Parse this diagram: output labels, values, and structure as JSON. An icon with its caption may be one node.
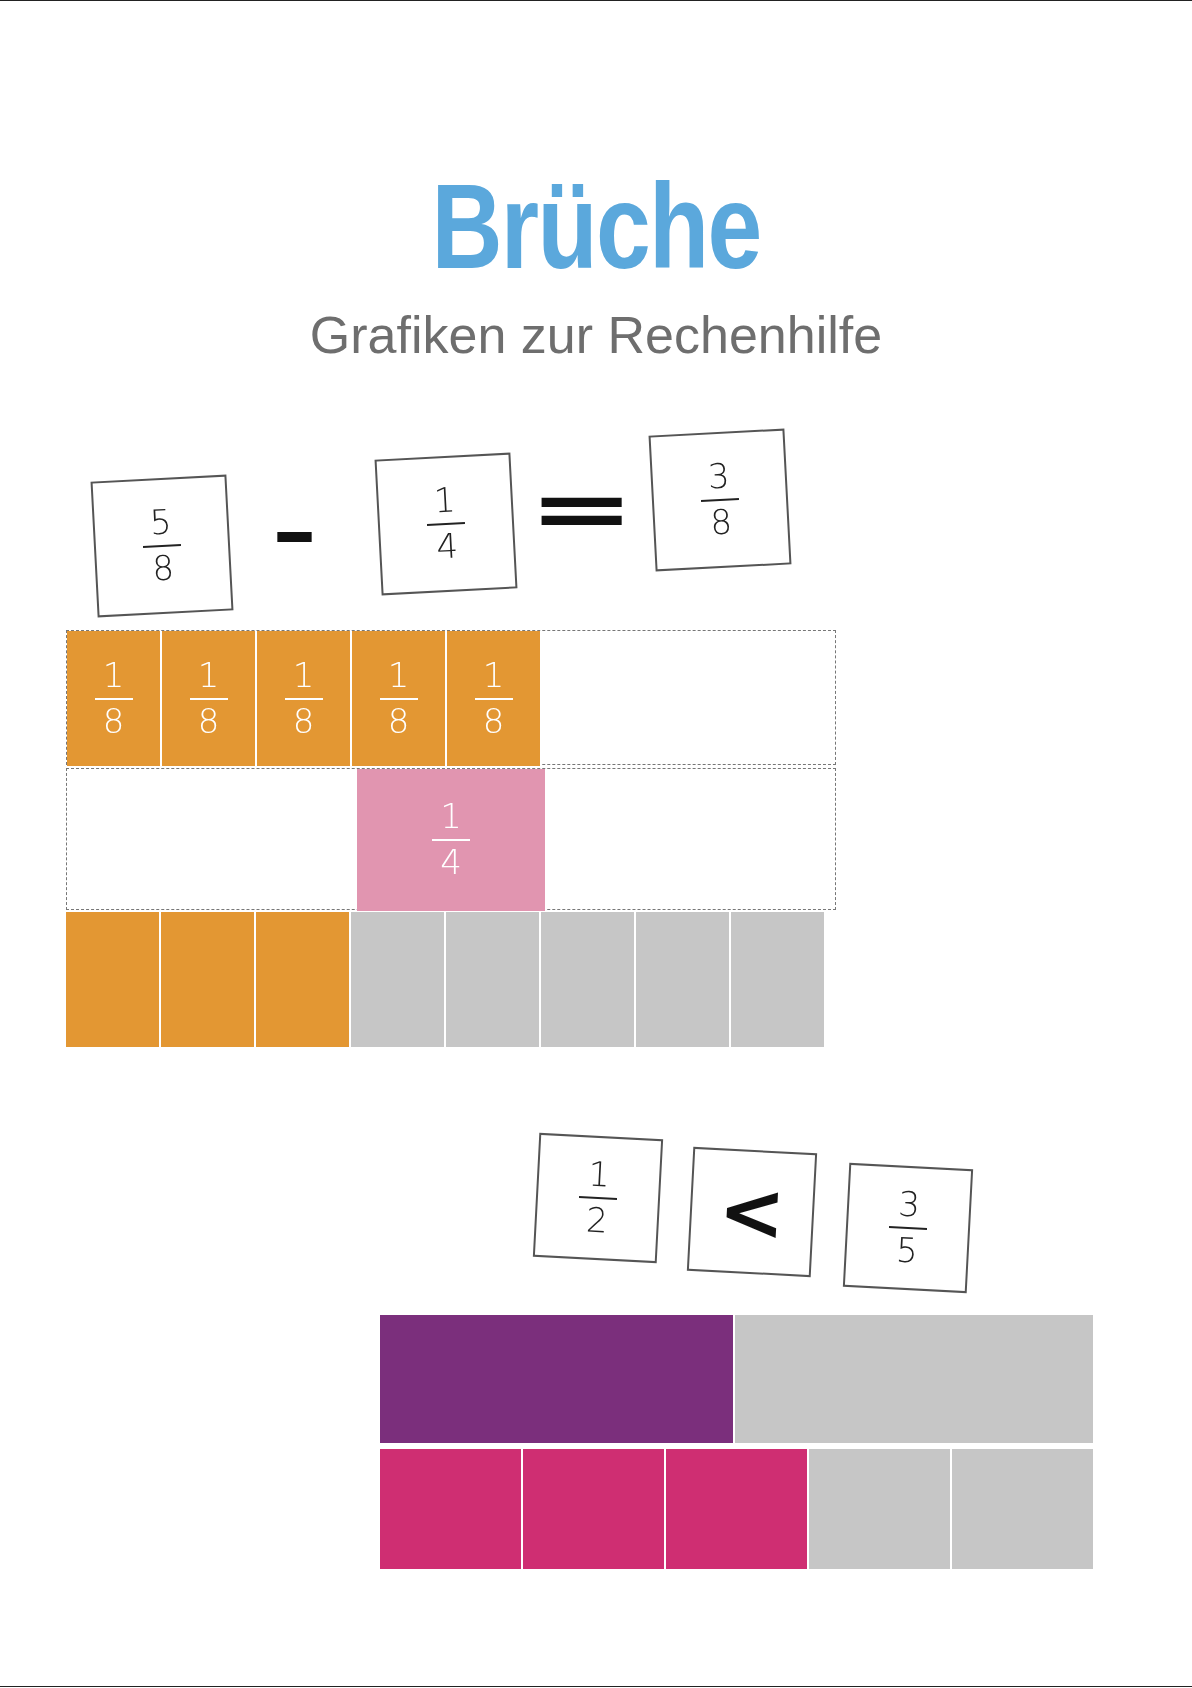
{
  "diagram": {
    "title": "Brüche",
    "caption": "Grafiken zur Rechenhilfe",
    "nodes": [
      {
        "text": [
          "5",
          "8"
        ]
      },
      {
        "text": [
          "1",
          "4"
        ]
      },
      {
        "text": [
          "3",
          "8"
        ]
      },
      {
        "text": [],
        "shape": "box"
      },
      {
        "text": [
          "1",
          "8"
        ],
        "in": 3
      },
      {
        "text": [
          "1",
          "8"
        ],
        "in": 3
      },
      {
        "text": [
          "1",
          "8"
        ],
        "in": 3
      },
      {
        "text": [
          "1",
          "8"
        ],
        "in": 3
      },
      {
        "text": [
          "1",
          "8"
        ],
        "in": 3
      },
      {
        "text": [],
        "shape": "box"
      },
      {
        "text": [
          "1",
          "4"
        ],
        "in": 9
      },
      {
        "text": [],
        "shape": "box"
      },
      {
        "text": [],
        "shape": "box"
      },
      {
        "text": [],
        "shape": "box"
      },
      {
        "text": [],
        "shape": "box"
      },
      {
        "text": [],
        "shape": "box"
      },
      {
        "text": [],
        "shape": "box"
      },
      {
        "text": [],
        "shape": "box"
      },
      {
        "text": [],
        "shape": "box"
      },
      {
        "text": [
          "1",
          "2"
        ]
      },
      {
        "text": [
          "<"
        ]
      },
      {
        "text": [
          "3",
          "5"
        ]
      },
      {
        "text": [],
        "shape": "box"
      },
      {
        "text": [],
        "shape": "box"
      },
      {
        "text": [],
        "shape": "box"
      },
      {
        "text": [],
        "shape": "box"
      },
      {
        "text": [],
        "shape": "box"
      },
      {
        "text": [],
        "shape": "box"
      },
      {
        "text": [],
        "shape": "box"
      }
    ],
    "edges": [],
    "labels": [
      "-",
      "="
    ]
  }
}
